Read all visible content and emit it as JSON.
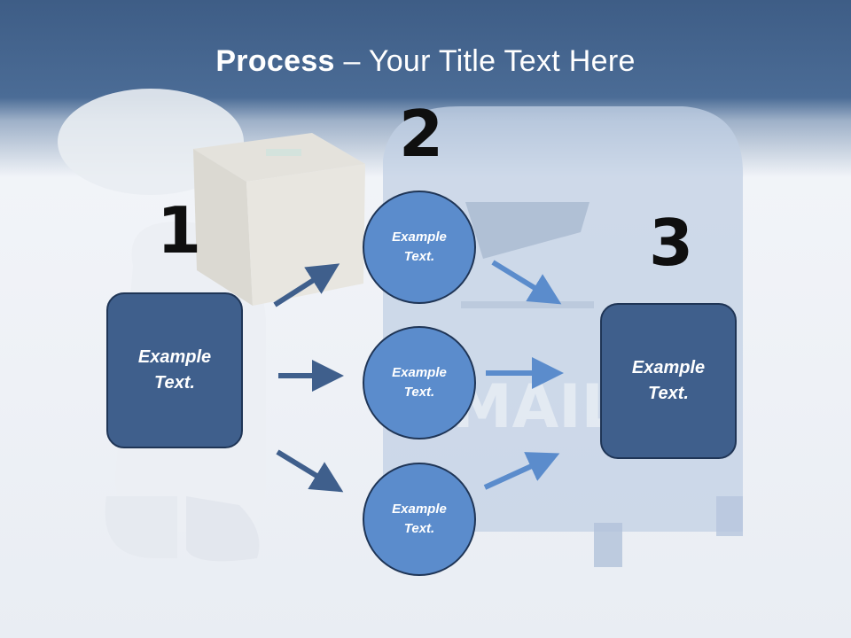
{
  "slide": {
    "title_bold": "Process",
    "title_rest": " – Your Title Text Here"
  },
  "steps": {
    "one": "1",
    "two": "2",
    "three": "3"
  },
  "boxes": {
    "left": "Example Text.",
    "right": "Example Text."
  },
  "circles": {
    "top": "Example Text.",
    "middle": "Example Text.",
    "bottom": "Example Text."
  },
  "colors": {
    "header": "#4b6c96",
    "box_fill": "#3f5f8c",
    "circle_fill": "#5b8ccc",
    "dark_arrow": "#3f5f8c",
    "light_arrow": "#5b8ccc"
  }
}
